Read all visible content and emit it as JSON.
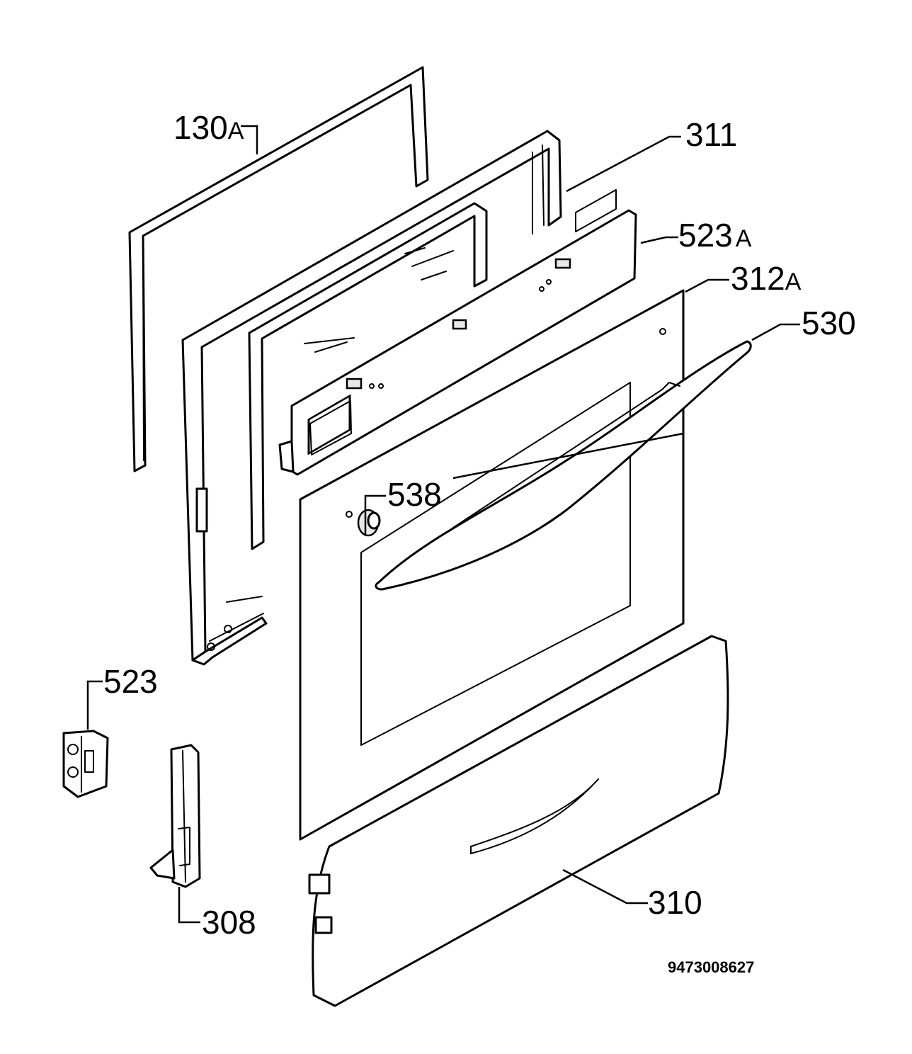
{
  "labels": {
    "l130": {
      "num": "130",
      "suffix": "A"
    },
    "l311": {
      "num": "311",
      "suffix": ""
    },
    "l523a": {
      "num": "523",
      "suffix": "A"
    },
    "l312a": {
      "num": "312",
      "suffix": "A"
    },
    "l530": {
      "num": "530",
      "suffix": ""
    },
    "l538": {
      "num": "538",
      "suffix": ""
    },
    "l523": {
      "num": "523",
      "suffix": ""
    },
    "l308": {
      "num": "308",
      "suffix": ""
    },
    "l310": {
      "num": "310",
      "suffix": ""
    }
  },
  "reference_code": "9473008627"
}
